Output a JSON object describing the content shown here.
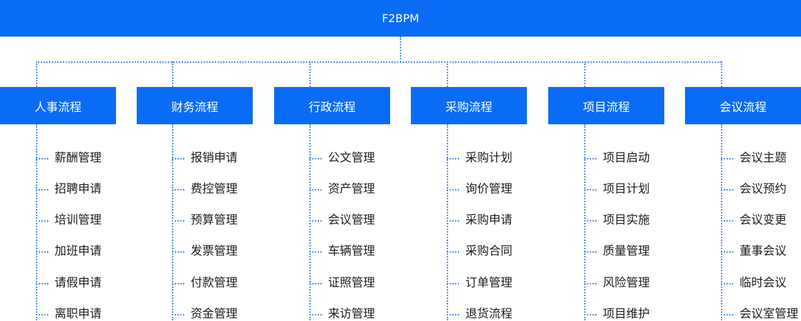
{
  "diagram": {
    "root": {
      "label": "F2BPM"
    },
    "categories": [
      {
        "label": "人事流程",
        "items": [
          "薪酬管理",
          "招聘申请",
          "培训管理",
          "加班申请",
          "请假申请",
          "离职申请"
        ]
      },
      {
        "label": "财务流程",
        "items": [
          "报销申请",
          "费控管理",
          "预算管理",
          "发票管理",
          "付款管理",
          "资金管理"
        ]
      },
      {
        "label": "行政流程",
        "items": [
          "公文管理",
          "资产管理",
          "会议管理",
          "车辆管理",
          "证照管理",
          "来访管理"
        ]
      },
      {
        "label": "采购流程",
        "items": [
          "采购计划",
          "询价管理",
          "采购申请",
          "采购合同",
          "订单管理",
          "退货流程"
        ]
      },
      {
        "label": "项目流程",
        "items": [
          "项目启动",
          "项目计划",
          "项目实施",
          "质量管理",
          "风险管理",
          "项目维护"
        ]
      },
      {
        "label": "会议流程",
        "items": [
          "会议主题",
          "会议预约",
          "会议变更",
          "董事会议",
          "临时会议",
          "会议室管理"
        ]
      }
    ],
    "colors": {
      "node_fill": "#0a6cf5",
      "node_text": "#ffffff",
      "connector": "#4d8fe8",
      "item_text": "#1c1c1c"
    }
  }
}
